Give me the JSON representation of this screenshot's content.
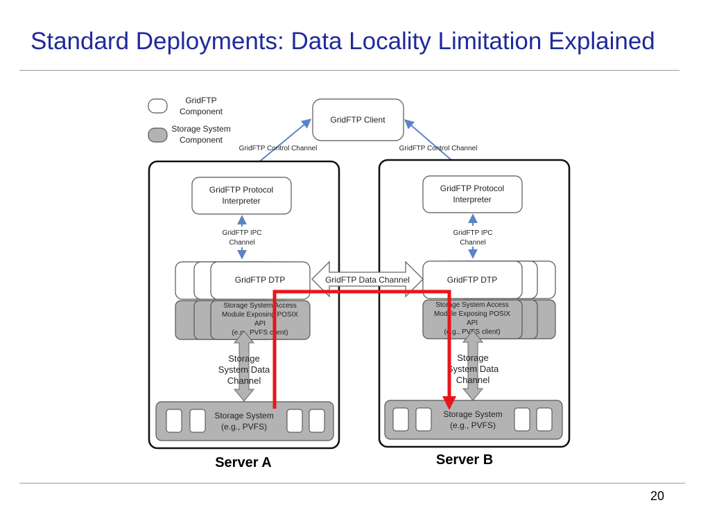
{
  "slide": {
    "title": "Standard Deployments: Data Locality Limitation Explained",
    "page_number": "20"
  },
  "legend": {
    "gridftp_component": [
      "GridFTP",
      "Component"
    ],
    "storage_component": [
      "Storage System",
      "Component"
    ]
  },
  "client": {
    "label": "GridFTP Client",
    "control_channel_left": "GridFTP Control Channel",
    "control_channel_right": "GridFTP Control Channel"
  },
  "servers": {
    "a": {
      "name": "Server A",
      "protocol_interpreter": [
        "GridFTP Protocol",
        "Interpreter"
      ],
      "ipc_channel": [
        "GridFTP IPC",
        "Channel"
      ],
      "dtp": "GridFTP DTP",
      "access_module": [
        "Storage System Access",
        "Module Exposing POSIX",
        "API",
        "(e.g., PVFS client)"
      ],
      "storage_data_channel": [
        "Storage",
        "System Data",
        "Channel"
      ],
      "storage_system": [
        "Storage System",
        "(e.g., PVFS)"
      ]
    },
    "b": {
      "name": "Server B",
      "protocol_interpreter": [
        "GridFTP Protocol",
        "Interpreter"
      ],
      "ipc_channel": [
        "GridFTP IPC",
        "Channel"
      ],
      "dtp": "GridFTP DTP",
      "access_module": [
        "Storage System Access",
        "Module Exposing POSIX",
        "API",
        "(e.g., PVFS client)"
      ],
      "storage_data_channel": [
        "Storage",
        "System Data",
        "Channel"
      ],
      "storage_system": [
        "Storage System",
        "(e.g., PVFS)"
      ]
    }
  },
  "data_channel": "GridFTP Data Channel",
  "colors": {
    "title": "#1f2a9a",
    "storage_fill": "#b3b3b3",
    "channel_arrow": "#5b84c4",
    "data_path": "#e8161a"
  }
}
